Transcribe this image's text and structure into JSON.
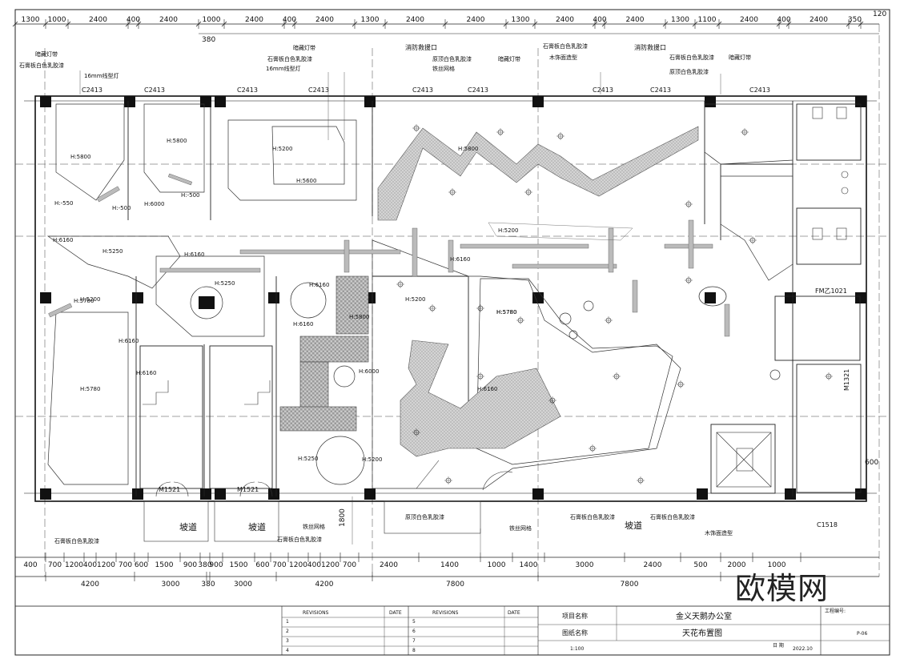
{
  "dims_top": [
    "1300",
    "1000",
    "2400",
    "400",
    "2400",
    "1000",
    "2400",
    "400",
    "2400",
    "1300",
    "2400",
    "2400",
    "1300",
    "2400",
    "400",
    "2400",
    "1300",
    "1100",
    "2400",
    "400",
    "2400",
    "350"
  ],
  "dim_top_right": "120",
  "dim_top_second": "380",
  "dims_bottom_row1": [
    "400",
    "700",
    "1200",
    "400",
    "1200",
    "700",
    "600",
    "1500",
    "900",
    "380",
    "900",
    "1500",
    "600",
    "700",
    "1200",
    "400",
    "1200",
    "700",
    "2400",
    "1400",
    "1000",
    "1400",
    "3000",
    "2400",
    "500",
    "2000",
    "1000"
  ],
  "dims_bottom_row2": [
    "4200",
    "3000",
    "380",
    "3000",
    "4200",
    "7800",
    "7800"
  ],
  "fire_exit_label": "消防救援口",
  "window_tags": [
    "C2413",
    "C2413",
    "C2413",
    "C2413",
    "C2413",
    "C2413",
    "C2413",
    "C2413",
    "C2413"
  ],
  "notes_top": [
    "暗藏灯带",
    "石膏板白色乳胶漆",
    "16mm线型灯",
    "暗藏灯带",
    "石膏板白色乳胶漆",
    "16mm线型灯",
    "原顶白色乳胶漆",
    "铁丝网格",
    "暗藏灯带",
    "石膏板白色乳胶漆",
    "木饰面造型",
    "石膏板白色乳胶漆",
    "暗藏灯带",
    "原顶白色乳胶漆"
  ],
  "notes_bottom": [
    "石膏板白色乳胶漆",
    "铁丝网格",
    "石膏板白色乳胶漆",
    "原顶白色乳胶漆",
    "铁丝网格",
    "石膏板白色乳胶漆",
    "石膏板白色乳胶漆",
    "木饰面造型"
  ],
  "heights": [
    "H:5800",
    "H:5800",
    "H:5200",
    "H:5600",
    "H:5800",
    "H:6160",
    "H:5250",
    "H:6160",
    "H:5250",
    "H:5780",
    "H:6160",
    "H:5780",
    "H:5200",
    "H:6160",
    "H:5780",
    "H:6160",
    "H:6160",
    "H:6000",
    "H:5200",
    "H:6160",
    "H:5200",
    "H:5200",
    "H:5800",
    "H:5780",
    "H:-500",
    "H:-550",
    "H:-500",
    "H:6000",
    "H:6160",
    "H:5250"
  ],
  "door_tags": [
    "M1521",
    "M1521",
    "FM乙1021",
    "M1321",
    "C1518"
  ],
  "ramp_labels": [
    "坡道",
    "坡道",
    "坡道"
  ],
  "side_dims": [
    "1800",
    "600"
  ],
  "title_block": {
    "rev_head_1": "REVISIONS",
    "rev_head_2": "DATE",
    "rev_head_3": "REVISIONS",
    "rev_head_4": "DATE",
    "rev_nums_left": [
      "1",
      "2",
      "3",
      "4"
    ],
    "rev_nums_right": [
      "5",
      "6",
      "7",
      "8"
    ],
    "project_label": "项目名称",
    "project_name": "金义天鹅办公室",
    "drawing_label": "图纸名称",
    "drawing_name": "天花布置图",
    "project_no_label": "工程编号:",
    "scale_value": "1:100",
    "date_label": "日 期",
    "date_value": "2022.10",
    "sheet_no": "P-06"
  },
  "watermark": "欧模网"
}
